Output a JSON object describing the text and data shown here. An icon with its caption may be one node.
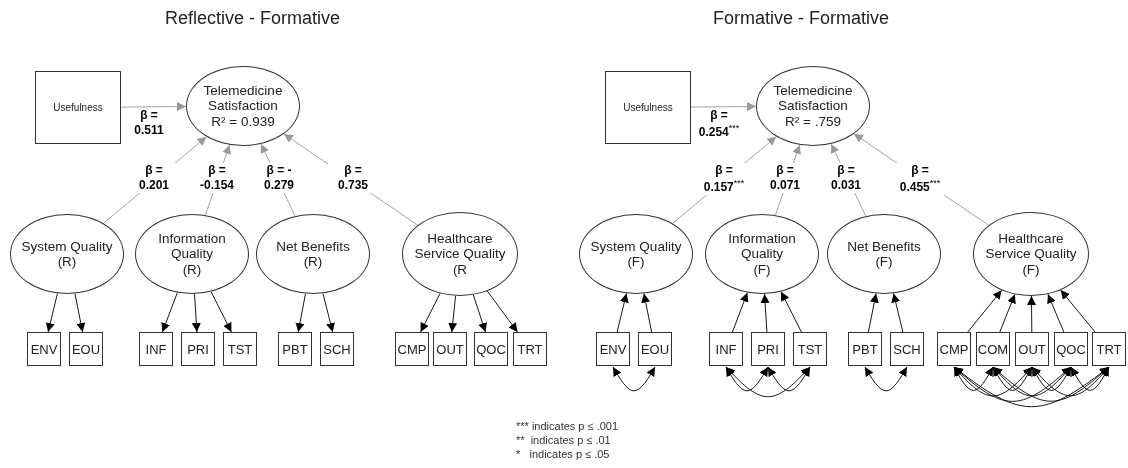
{
  "diagram": {
    "nodes": [
      {
        "text": [
          "Usefulness"
        ]
      },
      {
        "text": [
          "Telemedicine Satisfaction",
          "R² = 0.939"
        ]
      },
      {
        "text": [
          "System Quality",
          "(R)"
        ]
      },
      {
        "text": [
          "Information Quality",
          "(R)"
        ]
      },
      {
        "text": [
          "Net Benefits",
          "(R)"
        ]
      },
      {
        "text": [
          "Healthcare Service Quality",
          "(R"
        ]
      },
      {
        "text": [
          "ENV"
        ]
      },
      {
        "text": [
          "EOU"
        ]
      },
      {
        "text": [
          "INF"
        ]
      },
      {
        "text": [
          "PRI"
        ]
      },
      {
        "text": [
          "TST"
        ]
      },
      {
        "text": [
          "PBT"
        ]
      },
      {
        "text": [
          "SCH"
        ]
      },
      {
        "text": [
          "CMP"
        ]
      },
      {
        "text": [
          "OUT"
        ]
      },
      {
        "text": [
          "QOC"
        ]
      },
      {
        "text": [
          "TRT"
        ]
      },
      {
        "text": [
          "Usefulness"
        ]
      },
      {
        "text": [
          "Telemedicine Satisfaction",
          "R²  = .759"
        ]
      },
      {
        "text": [
          "System Quality",
          "(F)"
        ]
      },
      {
        "text": [
          "Information Quality",
          "(F)"
        ]
      },
      {
        "text": [
          "Net Benefits",
          "(F)"
        ]
      },
      {
        "text": [
          "Healthcare Service Quality",
          "(F)"
        ]
      },
      {
        "text": [
          "ENV"
        ]
      },
      {
        "text": [
          "EOU"
        ]
      },
      {
        "text": [
          "INF"
        ]
      },
      {
        "text": [
          "PRI"
        ]
      },
      {
        "text": [
          "TST"
        ]
      },
      {
        "text": [
          "PBT"
        ]
      },
      {
        "text": [
          "SCH"
        ]
      },
      {
        "text": [
          "CMP"
        ]
      },
      {
        "text": [
          "COM"
        ]
      },
      {
        "text": [
          "OUT"
        ]
      },
      {
        "text": [
          "QOC"
        ]
      },
      {
        "text": [
          "TRT"
        ]
      }
    ],
    "edges": [
      {
        "from": 0,
        "to": 1,
        "arrow": "to",
        "label": "β = 0.511",
        "color": "#9a9a9a"
      },
      {
        "from": 2,
        "to": 1,
        "arrow": "to",
        "label": "β = 0.201",
        "color": "#9a9a9a"
      },
      {
        "from": 3,
        "to": 1,
        "arrow": "to",
        "label": "β = -0.154",
        "color": "#9a9a9a"
      },
      {
        "from": 4,
        "to": 1,
        "arrow": "to",
        "label": "β = - 0.279",
        "color": "#9a9a9a"
      },
      {
        "from": 5,
        "to": 1,
        "arrow": "to",
        "label": "β = 0.735",
        "color": "#9a9a9a"
      },
      {
        "from": 2,
        "to": 6,
        "arrow": "to"
      },
      {
        "from": 2,
        "to": 7,
        "arrow": "to"
      },
      {
        "from": 3,
        "to": 8,
        "arrow": "to"
      },
      {
        "from": 3,
        "to": 9,
        "arrow": "to"
      },
      {
        "from": 3,
        "to": 10,
        "arrow": "to"
      },
      {
        "from": 4,
        "to": 11,
        "arrow": "to"
      },
      {
        "from": 4,
        "to": 12,
        "arrow": "to"
      },
      {
        "from": 5,
        "to": 13,
        "arrow": "to"
      },
      {
        "from": 5,
        "to": 14,
        "arrow": "to"
      },
      {
        "from": 5,
        "to": 15,
        "arrow": "to"
      },
      {
        "from": 5,
        "to": 16,
        "arrow": "to"
      },
      {
        "from": 17,
        "to": 18,
        "arrow": "to",
        "label": "β = 0.254$^{***}$",
        "color": "#9a9a9a"
      },
      {
        "from": 19,
        "to": 18,
        "arrow": "to",
        "label": "β = 0.157$^{***}$",
        "color": "#9a9a9a"
      },
      {
        "from": 20,
        "to": 18,
        "arrow": "to",
        "label": "β = 0.071",
        "color": "#9a9a9a"
      },
      {
        "from": 21,
        "to": 18,
        "arrow": "to",
        "label": "β = 0.031",
        "color": "#9a9a9a"
      },
      {
        "from": 22,
        "to": 18,
        "arrow": "to",
        "label": "β = 0.455$^{***}$",
        "color": "#9a9a9a"
      },
      {
        "from": 23,
        "to": 19,
        "arrow": "to"
      },
      {
        "from": 24,
        "to": 19,
        "arrow": "to"
      },
      {
        "from": 25,
        "to": 20,
        "arrow": "to"
      },
      {
        "from": 26,
        "to": 20,
        "arrow": "to"
      },
      {
        "from": 27,
        "to": 20,
        "arrow": "to"
      },
      {
        "from": 28,
        "to": 21,
        "arrow": "to"
      },
      {
        "from": 29,
        "to": 21,
        "arrow": "to"
      },
      {
        "from": 30,
        "to": 22,
        "arrow": "to"
      },
      {
        "from": 31,
        "to": 22,
        "arrow": "to"
      },
      {
        "from": 32,
        "to": 22,
        "arrow": "to"
      },
      {
        "from": 33,
        "to": 22,
        "arrow": "to"
      },
      {
        "from": 34,
        "to": 22,
        "arrow": "to"
      },
      {
        "from": 23,
        "to": 24,
        "arrow": "both"
      },
      {
        "from": 25,
        "to": 26,
        "arrow": "both"
      },
      {
        "from": 26,
        "to": 27,
        "arrow": "both"
      },
      {
        "from": 25,
        "to": 27,
        "arrow": "both"
      },
      {
        "from": 28,
        "to": 29,
        "arrow": "both"
      },
      {
        "from": 30,
        "to": 31,
        "arrow": "both"
      },
      {
        "from": 30,
        "to": 32,
        "arrow": "both"
      },
      {
        "from": 30,
        "to": 33,
        "arrow": "both"
      },
      {
        "from": 30,
        "to": 34,
        "arrow": "both"
      },
      {
        "from": 31,
        "to": 32,
        "arrow": "both"
      },
      {
        "from": 31,
        "to": 33,
        "arrow": "both"
      },
      {
        "from": 31,
        "to": 34,
        "arrow": "both"
      },
      {
        "from": 32,
        "to": 33,
        "arrow": "both"
      },
      {
        "from": 32,
        "to": 34,
        "arrow": "both"
      },
      {
        "from": 33,
        "to": 34,
        "arrow": "both"
      }
    ],
    "labels": [
      "Reflective - Formative",
      "Formative - Formative",
      "*** indicates p ≤ .001",
      "**  indicates p ≤ .01",
      "*   indicates p ≤ .05"
    ]
  }
}
